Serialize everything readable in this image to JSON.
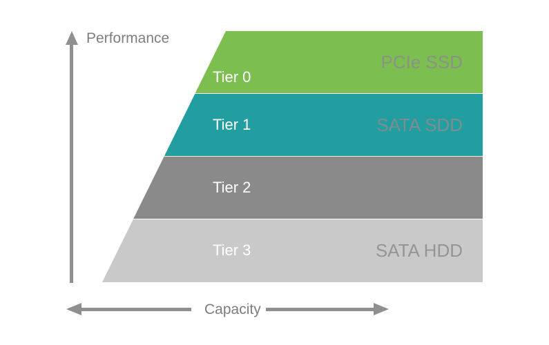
{
  "diagram": {
    "title_semantic": "storage-tiering-pyramid",
    "y_axis": {
      "label": "Performance"
    },
    "x_axis": {
      "label": "Capacity"
    },
    "tiers": [
      {
        "name": "Tier 0",
        "technology": "PCIe SSD",
        "color": "#7dbe50"
      },
      {
        "name": "Tier 1",
        "technology": "SATA SDD",
        "color": "#229da0"
      },
      {
        "name": "Tier 2",
        "technology": "",
        "color": "#8a8a8a"
      },
      {
        "name": "Tier 3",
        "technology": "SATA HDD",
        "color": "#c9c9c9"
      }
    ],
    "colors": {
      "axis": "#8f8f8f",
      "axis_text": "#7d7d7d",
      "tier_name_text": "#ffffff",
      "technology_text": "#8c8c8c",
      "background": "#ffffff"
    }
  }
}
